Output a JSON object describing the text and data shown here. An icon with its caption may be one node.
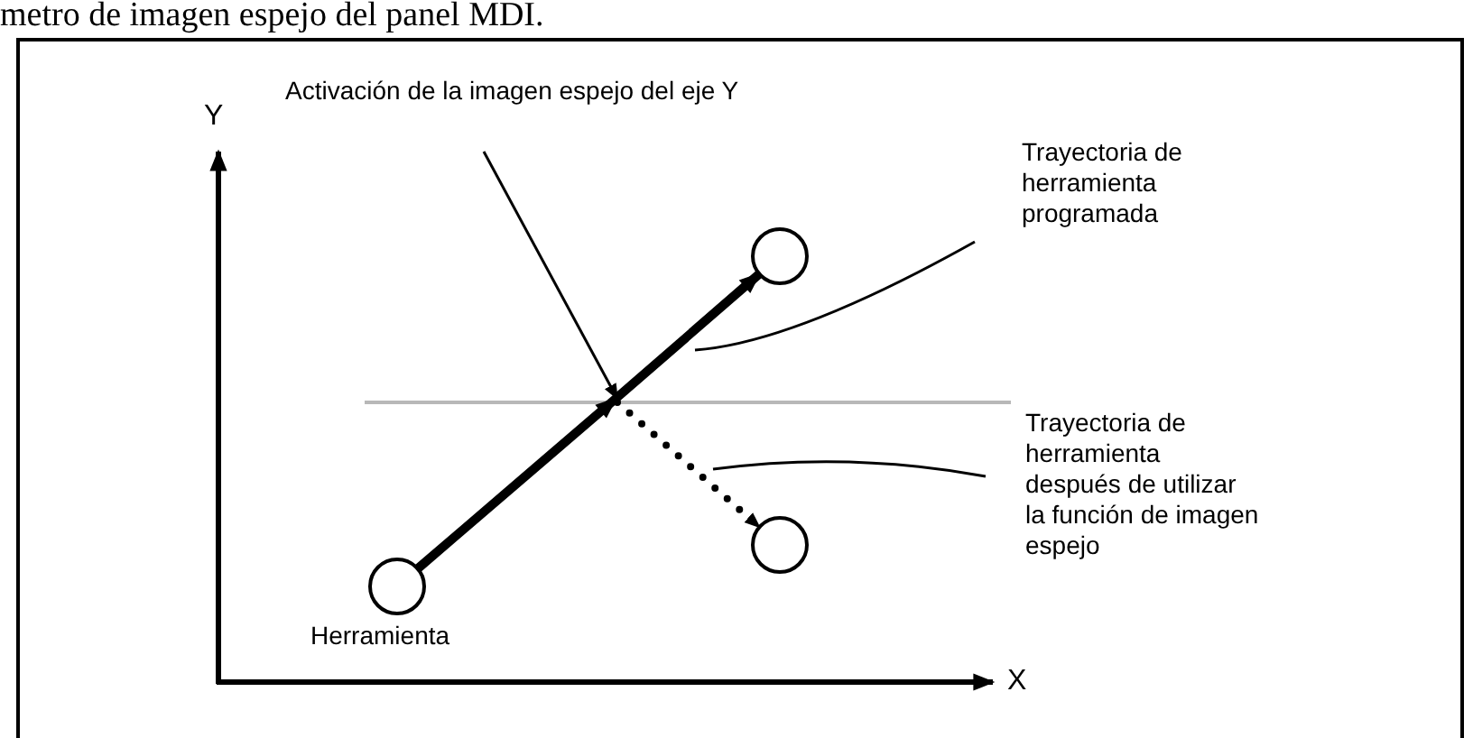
{
  "diagram": {
    "nodes": [
      {
        "text": [
          "Activación de la imagen espejo del eje Y"
        ]
      },
      {
        "text": [
          "Trayectoria de herramienta programada"
        ]
      },
      {
        "text": [
          "Trayectoria de herramienta después de utilizar la función de imagen espejo"
        ]
      },
      {
        "text": [],
        "shape": "circle",
        "beside": [
          "Herramienta"
        ]
      },
      {
        "text": [],
        "shape": "circle"
      },
      {
        "text": [],
        "shape": "circle"
      }
    ],
    "edges": [
      {
        "from": 3,
        "to": 4,
        "arrow": "to",
        "style": "thick"
      },
      {
        "from": null,
        "to": 5,
        "arrow": "to",
        "style": "dashed"
      },
      {
        "from": 0,
        "to": null,
        "arrow": "to"
      },
      {
        "from": 1,
        "to": null,
        "arrow": "none"
      },
      {
        "from": 2,
        "to": null,
        "arrow": "none"
      }
    ],
    "labels": [
      "metro de imagen espejo del panel MDI.",
      "Y",
      "X"
    ]
  }
}
